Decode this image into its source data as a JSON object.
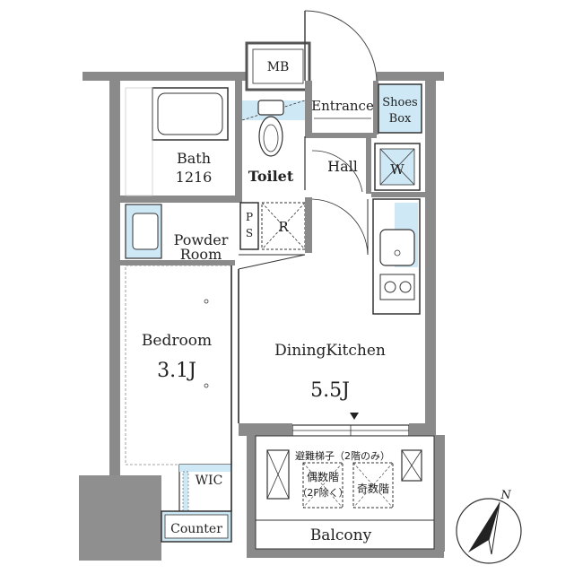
{
  "labels": {
    "mb": "MB",
    "entrance": "Entrance",
    "shoes_box_1": "Shoes",
    "shoes_box_2": "Box",
    "bath_1": "Bath",
    "bath_2": "1216",
    "toilet": "Toilet",
    "hall": "Hall",
    "washer": "W",
    "ps_1": "P",
    "ps_2": "S",
    "refrigerator": "R",
    "powder_1": "Powder",
    "powder_2": "Room",
    "bedroom": "Bedroom",
    "bedroom_size": "3.1J",
    "dining_kitchen": "DiningKitchen",
    "dining_kitchen_size": "5.5J",
    "wic": "WIC",
    "counter": "Counter",
    "balcony": "Balcony",
    "escape_ladder": "避難梯子（2階のみ）",
    "even_floors_1": "偶数階",
    "even_floors_2": "（2F除く）",
    "odd_floors": "奇数階",
    "north": "N"
  },
  "colors": {
    "wall": "#8a8a8a",
    "wall_dark": "#5a5a5a",
    "line": "#333333",
    "wet_area": "#cfe8f5",
    "outside": "#9a9a9a"
  }
}
